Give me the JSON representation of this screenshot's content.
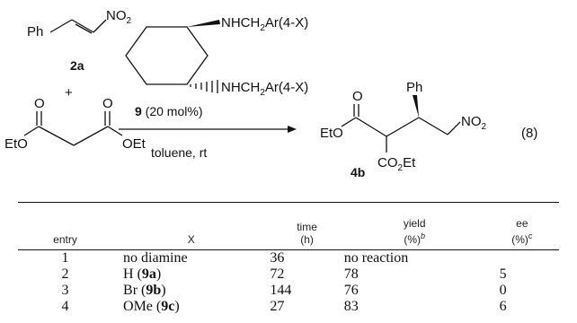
{
  "scheme": {
    "nitrostyrene": {
      "ph": "Ph",
      "no2": "NO",
      "no2_sub": "2",
      "compound": "2a"
    },
    "plus": "+",
    "malonate": {
      "o_left": "O",
      "o_right": "O",
      "eto_left": "EtO",
      "oet_right": "OEt"
    },
    "catalyst": {
      "nh_top": "NHCH",
      "nh_top_sub": "2",
      "nh_top_rest": "Ar(4-X)",
      "nh_bottom": "NHCH",
      "nh_bottom_sub": "2",
      "nh_bottom_rest": "Ar(4-X)",
      "label_bold": "9",
      "label_rest": " (20 mol%)"
    },
    "conditions": "toluene, rt",
    "product": {
      "o": "O",
      "ph": "Ph",
      "eto": "EtO",
      "no2": "NO",
      "no2_sub": "2",
      "co2et_a": "CO",
      "co2et_sub": "2",
      "co2et_b": "Et",
      "compound": "4b"
    },
    "eq_number": "(8)"
  },
  "table": {
    "headers": {
      "entry": "entry",
      "x": "X",
      "time_1": "time",
      "time_2": "(h)",
      "yield_1": "yield",
      "yield_2": "(%)",
      "yield_sup": "b",
      "ee_1": "ee",
      "ee_2": "(%)",
      "ee_sup": "c"
    },
    "rows": [
      {
        "entry": "1",
        "x": "no diamine",
        "x_bold": "",
        "x_close": "",
        "time": "36",
        "yield": "no reaction",
        "ee": ""
      },
      {
        "entry": "2",
        "x": "H (",
        "x_bold": "9a",
        "x_close": ")",
        "time": "72",
        "yield": "78",
        "ee": "5"
      },
      {
        "entry": "3",
        "x": "Br (",
        "x_bold": "9b",
        "x_close": ")",
        "time": "144",
        "yield": "76",
        "ee": "0"
      },
      {
        "entry": "4",
        "x": "OMe (",
        "x_bold": "9c",
        "x_close": ")",
        "time": "27",
        "yield": "83",
        "ee": "6"
      }
    ]
  }
}
